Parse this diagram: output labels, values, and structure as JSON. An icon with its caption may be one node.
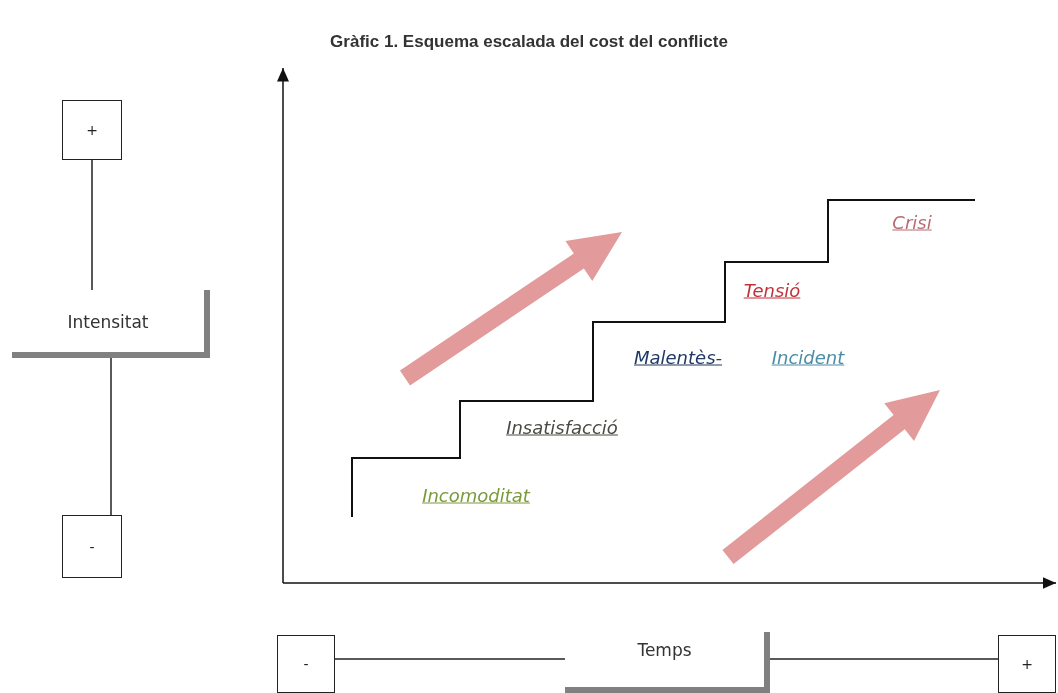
{
  "diagram": {
    "title": "Gràfic 1. Esquema escalada del cost del conflicte",
    "nodes": [
      {
        "text": [
          "+"
        ]
      },
      {
        "text": [
          "Intensitat"
        ]
      },
      {
        "text": [
          "-"
        ]
      },
      {
        "text": [
          "-"
        ]
      },
      {
        "text": [
          "Temps"
        ]
      },
      {
        "text": [
          "+"
        ]
      }
    ],
    "edges": [
      {
        "from": 0,
        "to": 1,
        "arrow": "none"
      },
      {
        "from": 1,
        "to": 2,
        "arrow": "none"
      },
      {
        "from": 3,
        "to": 4,
        "arrow": "none"
      },
      {
        "from": 4,
        "to": 5,
        "arrow": "none"
      }
    ],
    "labels": [
      "Crisi",
      "Tensió",
      "Malentès-",
      "Incident",
      "Insatisfacció",
      "Incomoditat"
    ]
  }
}
